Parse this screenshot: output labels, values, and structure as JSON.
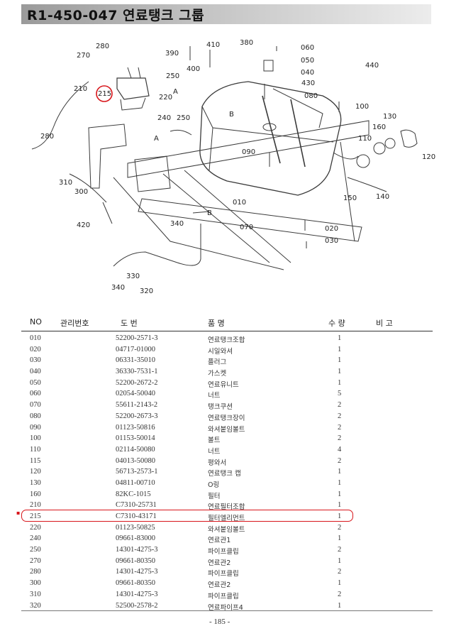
{
  "header": {
    "title": "R1-450-047 연료탱크 그룹"
  },
  "diagram": {
    "callouts": [
      {
        "label": "280"
      },
      {
        "label": "270"
      },
      {
        "label": "390"
      },
      {
        "label": "410"
      },
      {
        "label": "380"
      },
      {
        "label": "060"
      },
      {
        "label": "050"
      },
      {
        "label": "040"
      },
      {
        "label": "440"
      },
      {
        "label": "250"
      },
      {
        "label": "400"
      },
      {
        "label": "210"
      },
      {
        "label": "215"
      },
      {
        "label": "220"
      },
      {
        "label": "A"
      },
      {
        "label": "430"
      },
      {
        "label": "080"
      },
      {
        "label": "100"
      },
      {
        "label": "240"
      },
      {
        "label": "250"
      },
      {
        "label": "B"
      },
      {
        "label": "130"
      },
      {
        "label": "160"
      },
      {
        "label": "280"
      },
      {
        "label": "A"
      },
      {
        "label": "110"
      },
      {
        "label": "150"
      },
      {
        "label": "120"
      },
      {
        "label": "090"
      },
      {
        "label": "310"
      },
      {
        "label": "300"
      },
      {
        "label": "140"
      },
      {
        "label": "010"
      },
      {
        "label": "B"
      },
      {
        "label": "420"
      },
      {
        "label": "340"
      },
      {
        "label": "070"
      },
      {
        "label": "020"
      },
      {
        "label": "030"
      },
      {
        "label": "330"
      },
      {
        "label": "340"
      },
      {
        "label": "320"
      }
    ],
    "highlight_callout": "215"
  },
  "table": {
    "headers": {
      "no": "NO",
      "mgmt": "관리번호",
      "drawing": "도    번",
      "name": "품           명",
      "qty": "수  량",
      "remark": "비    고"
    },
    "rows": [
      {
        "no": "010",
        "part": "52200-2571-3",
        "name": "연료탱크조합",
        "qty": "1"
      },
      {
        "no": "020",
        "part": "04717-01000",
        "name": "시일와셔",
        "qty": "1"
      },
      {
        "no": "030",
        "part": "06331-35010",
        "name": "플러그",
        "qty": "1"
      },
      {
        "no": "040",
        "part": "36330-7531-1",
        "name": "가스켓",
        "qty": "1"
      },
      {
        "no": "050",
        "part": "52200-2672-2",
        "name": "연료유니트",
        "qty": "1"
      },
      {
        "no": "060",
        "part": "02054-50040",
        "name": "너트",
        "qty": "5"
      },
      {
        "no": "070",
        "part": "55611-2143-2",
        "name": "탱크쿠션",
        "qty": "2"
      },
      {
        "no": "080",
        "part": "52200-2673-3",
        "name": "연료탱크장이",
        "qty": "2"
      },
      {
        "no": "090",
        "part": "01123-50816",
        "name": "와셔붙임볼트",
        "qty": "2"
      },
      {
        "no": "100",
        "part": "01153-50014",
        "name": "볼트",
        "qty": "2"
      },
      {
        "no": "110",
        "part": "02114-50080",
        "name": "너트",
        "qty": "4"
      },
      {
        "no": "115",
        "part": "04013-50080",
        "name": "평와서",
        "qty": "2"
      },
      {
        "no": "120",
        "part": "56713-2573-1",
        "name": "연료탱크 캡",
        "qty": "1"
      },
      {
        "no": "130",
        "part": "04811-00710",
        "name": "O링",
        "qty": "1"
      },
      {
        "no": "160",
        "part": "82KC-1015",
        "name": "필터",
        "qty": "1"
      },
      {
        "no": "210",
        "part": "C7310-25731",
        "name": "연료필터조합",
        "qty": "1"
      },
      {
        "no": "215",
        "part": "C7310-43171",
        "name": "필터엘리먼트",
        "qty": "1"
      },
      {
        "no": "220",
        "part": "01123-50825",
        "name": "와셔붙임볼트",
        "qty": "2"
      },
      {
        "no": "240",
        "part": "09661-83000",
        "name": "연료관1",
        "qty": "1"
      },
      {
        "no": "250",
        "part": "14301-4275-3",
        "name": "파이프클립",
        "qty": "2"
      },
      {
        "no": "270",
        "part": "09661-80350",
        "name": "연료관2",
        "qty": "1"
      },
      {
        "no": "280",
        "part": "14301-4275-3",
        "name": "파이프클립",
        "qty": "2"
      },
      {
        "no": "300",
        "part": "09661-80350",
        "name": "연료관2",
        "qty": "1"
      },
      {
        "no": "310",
        "part": "14301-4275-3",
        "name": "파이프클립",
        "qty": "2"
      },
      {
        "no": "320",
        "part": "52500-2578-2",
        "name": "연료파이프4",
        "qty": "1"
      }
    ],
    "highlight_row_no": "215"
  },
  "footer": {
    "page_number": "- 185 -"
  },
  "colors": {
    "highlight": "#d8161b",
    "title_bar_dark": "#9a9a9a",
    "title_bar_light": "#ececec"
  }
}
